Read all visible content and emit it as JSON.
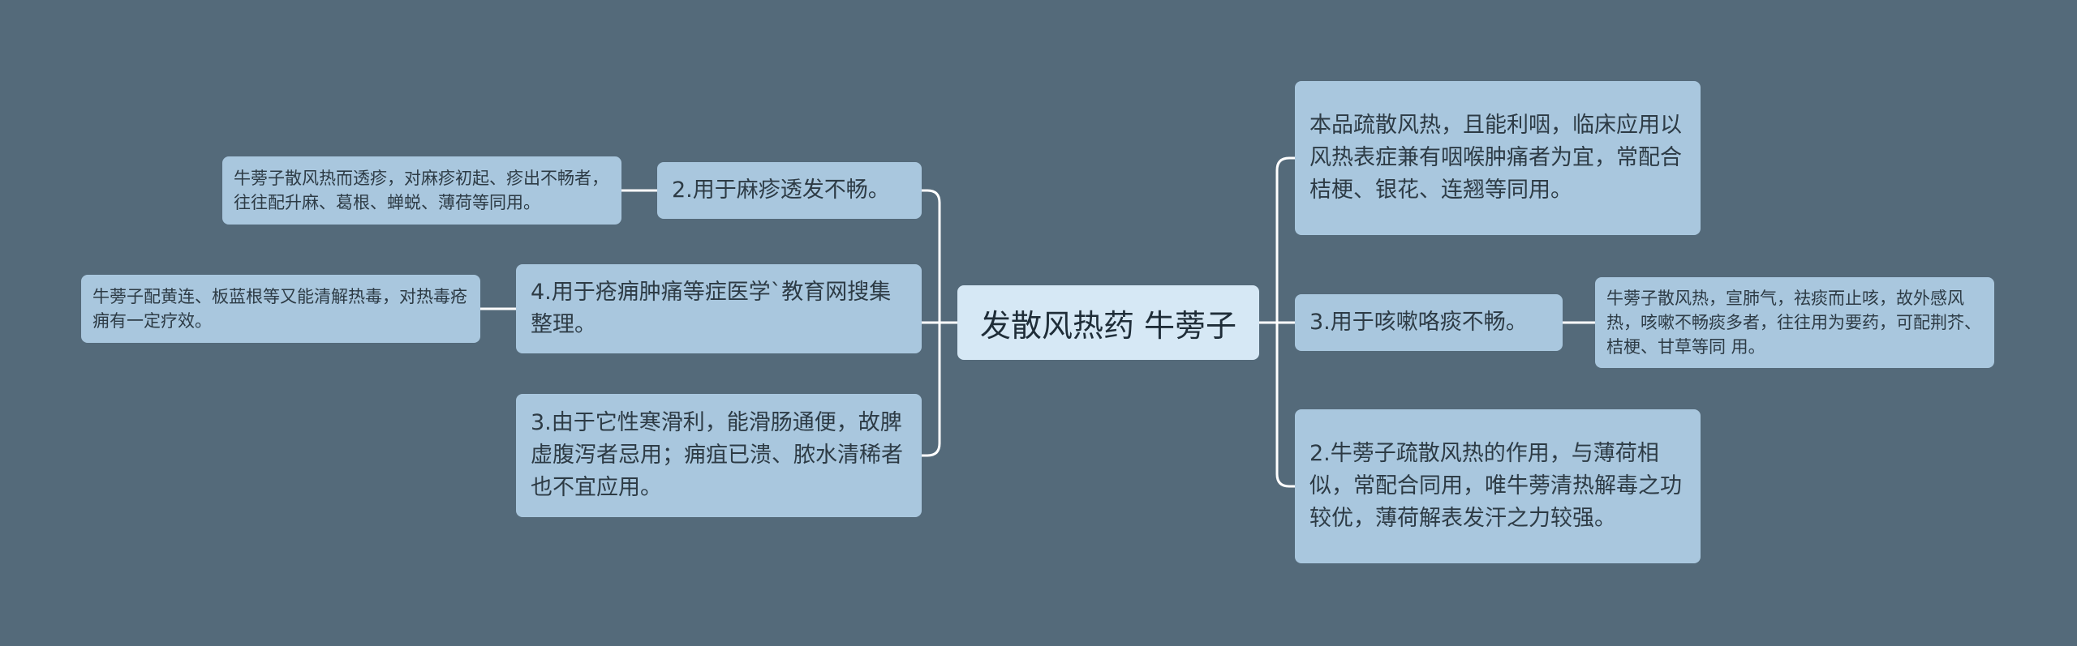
{
  "central_topic": "发散风热药 牛蒡子",
  "left_branches": [
    {
      "text": "2.用于麻疹透发不畅。",
      "detail": "牛蒡子散风热而透疹，对麻疹初起、疹出不畅者，往往配升麻、葛根、蝉蜕、薄荷等同用。"
    },
    {
      "text": "4.用于疮痈肿痛等症医学`教育网搜集整理。",
      "detail": "牛蒡子配黄连、板蓝根等又能清解热毒，对热毒疮痈有一定疗效。"
    },
    {
      "text": "3.由于它性寒滑利，能滑肠通便，故脾虚腹泻者忌用；痈疽已溃、脓水清稀者也不宜应用。"
    }
  ],
  "right_branches": [
    {
      "text": "本品疏散风热，且能利咽，临床应用以风热表症兼有咽喉肿痛者为宜，常配合桔梗、银花、连翘等同用。"
    },
    {
      "text": "3.用于咳嗽咯痰不畅。",
      "detail": "牛蒡子散风热，宣肺气，祛痰而止咳，故外感风热，咳嗽不畅痰多者，往往用为要药，可配荆芥、桔梗、甘草等同 用。"
    },
    {
      "text": "2.牛蒡子疏散风热的作用，与薄荷相似，常配合同用，唯牛蒡清热解毒之功较优，薄荷解表发汗之力较强。"
    }
  ]
}
